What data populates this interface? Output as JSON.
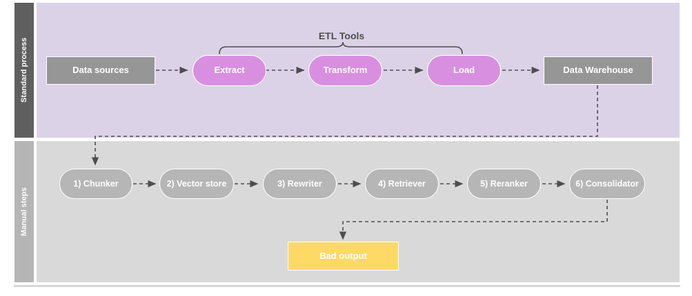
{
  "diagram": {
    "title": "ETL standard process and manual RAG steps",
    "colors": {
      "lane_top_label_bg": "#5f5f5f",
      "lane_top_body_bg": "#dbd2e8",
      "lane_bottom_label_bg": "#b5b5b5",
      "lane_bottom_body_bg": "#d9d9d9",
      "gray_node": "#969696",
      "purple_node": "#d88fe0",
      "gray_pill": "#b6b6b6",
      "yellow_node": "#ffd966",
      "connector": "#4d4d4d",
      "node_text": "#ffffff",
      "bracket_text": "#4d4d4d"
    }
  },
  "lanes": [
    {
      "id": "standard-process",
      "label": "Standard process"
    },
    {
      "id": "manual-steps",
      "label": "Manual steps"
    }
  ],
  "annotations": {
    "etl_bracket_label": "ETL Tools"
  },
  "top_row": [
    {
      "id": "data-sources",
      "label": "Data sources",
      "shape": "rect",
      "style": "gray"
    },
    {
      "id": "extract",
      "label": "Extract",
      "shape": "pill",
      "style": "purple"
    },
    {
      "id": "transform",
      "label": "Transform",
      "shape": "pill",
      "style": "purple"
    },
    {
      "id": "load",
      "label": "Load",
      "shape": "pill",
      "style": "purple"
    },
    {
      "id": "data-warehouse",
      "label": "Data Warehouse",
      "shape": "rect",
      "style": "gray"
    }
  ],
  "bottom_row": [
    {
      "id": "chunker",
      "label": "1) Chunker",
      "shape": "pill",
      "style": "graypill"
    },
    {
      "id": "vector-store",
      "label": "2) Vector store",
      "shape": "pill",
      "style": "graypill"
    },
    {
      "id": "rewriter",
      "label": "3) Rewriter",
      "shape": "pill",
      "style": "graypill"
    },
    {
      "id": "retriever",
      "label": "4) Retriever",
      "shape": "pill",
      "style": "graypill"
    },
    {
      "id": "reranker",
      "label": "5) Reranker",
      "shape": "pill",
      "style": "graypill"
    },
    {
      "id": "consolidator",
      "label": "6) Consolidator",
      "shape": "pill",
      "style": "graypill"
    }
  ],
  "output": {
    "id": "bad-output",
    "label": "Bad output",
    "shape": "rect",
    "style": "yellow"
  },
  "edges": [
    {
      "from": "data-sources",
      "to": "extract",
      "style": "dashed-arrow"
    },
    {
      "from": "extract",
      "to": "transform",
      "style": "dashed-arrow"
    },
    {
      "from": "transform",
      "to": "load",
      "style": "dashed-arrow"
    },
    {
      "from": "load",
      "to": "data-warehouse",
      "style": "dashed-arrow"
    },
    {
      "from": "data-warehouse",
      "to": "chunker",
      "style": "dashed-arrow-elbow"
    },
    {
      "from": "chunker",
      "to": "vector-store",
      "style": "dashed-arrow"
    },
    {
      "from": "vector-store",
      "to": "rewriter",
      "style": "dashed-arrow"
    },
    {
      "from": "rewriter",
      "to": "retriever",
      "style": "dashed-arrow"
    },
    {
      "from": "retriever",
      "to": "reranker",
      "style": "dashed-arrow"
    },
    {
      "from": "reranker",
      "to": "consolidator",
      "style": "dashed-arrow"
    },
    {
      "from": "consolidator",
      "to": "bad-output",
      "style": "dashed-arrow-elbow"
    }
  ]
}
